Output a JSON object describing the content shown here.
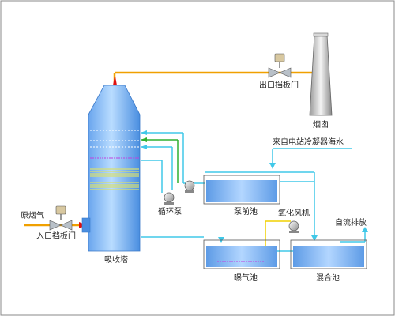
{
  "labels": {
    "raw_flue_gas": "原烟气",
    "inlet_damper": "入口挡板门",
    "absorber_tower": "吸收塔",
    "outlet_damper": "出口挡板门",
    "chimney": "烟囱",
    "seawater_source": "来自电站冷凝器海水",
    "circulation_pump": "循环泵",
    "pre_pump_tank": "泵前池",
    "oxidation_fan": "氧化风机",
    "gravity_discharge": "自流排放",
    "aeration_tank": "曝气池",
    "mixing_tank": "混合池"
  },
  "colors": {
    "flue_gas": "#f0a000",
    "arrow_red": "#e01010",
    "seawater": "#40c8e8",
    "recirc": "#30b030",
    "tower_light": "#a8d0ff",
    "tower_dark": "#4a90e0",
    "tank_water": "#6aa8ec",
    "chimney_light": "#e8e8e8",
    "chimney_dark": "#a0a0a0"
  }
}
